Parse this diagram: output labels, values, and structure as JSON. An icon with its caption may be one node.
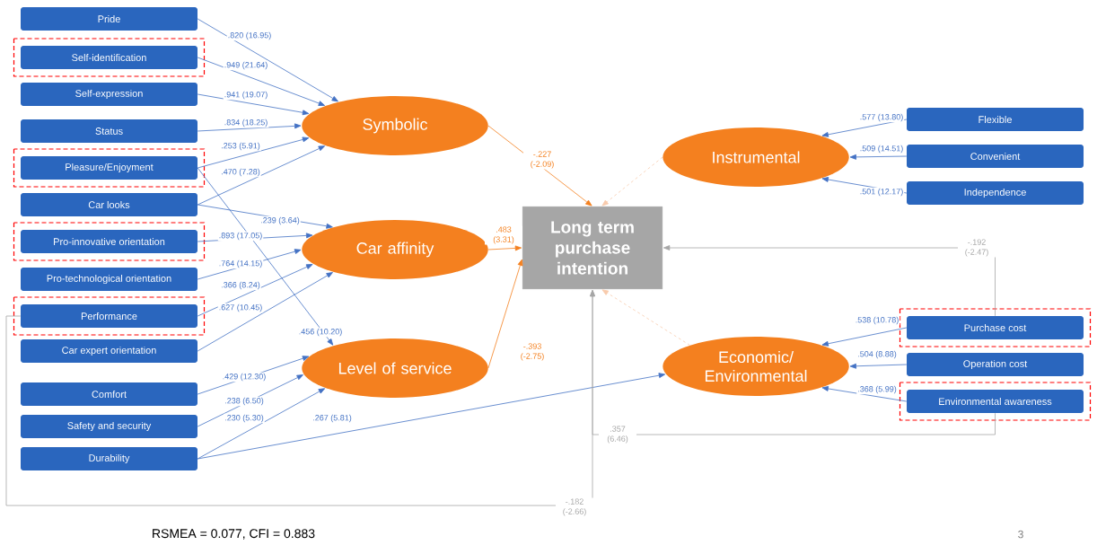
{
  "diagram": {
    "nodes": [
      {
        "text": [
          "Pride"
        ]
      },
      {
        "text": [
          "Self-identification"
        ]
      },
      {
        "text": [
          "Self-expression"
        ]
      },
      {
        "text": [
          "Status"
        ]
      },
      {
        "text": [
          "Pleasure/Enjoyment"
        ]
      },
      {
        "text": [
          "Car looks"
        ]
      },
      {
        "text": [
          "Pro-innovative orientation"
        ]
      },
      {
        "text": [
          "Pro-technological orientation"
        ]
      },
      {
        "text": [
          "Performance"
        ]
      },
      {
        "text": [
          "Car expert orientation"
        ]
      },
      {
        "text": [
          "Comfort"
        ]
      },
      {
        "text": [
          "Safety and security"
        ]
      },
      {
        "text": [
          "Durability"
        ]
      },
      {
        "text": [
          "Symbolic"
        ]
      },
      {
        "text": [
          "Car affinity"
        ]
      },
      {
        "text": [
          "Level of service"
        ]
      },
      {
        "text": [
          "Long term purchase intention"
        ]
      },
      {
        "text": [
          "Instrumental"
        ]
      },
      {
        "text": [
          "Economic/ Environmental"
        ]
      },
      {
        "text": [
          "Flexible"
        ]
      },
      {
        "text": [
          "Convenient"
        ]
      },
      {
        "text": [
          "Independence"
        ]
      },
      {
        "text": [
          "Purchase cost"
        ]
      },
      {
        "text": [
          "Operation cost"
        ]
      },
      {
        "text": [
          "Environmental awareness"
        ]
      }
    ],
    "edges": [
      {
        "from": 0,
        "to": 13,
        "arrow": "to",
        "label": ".820 (16.95)"
      },
      {
        "from": 1,
        "to": 13,
        "arrow": "to",
        "label": ".949 (21.64)"
      },
      {
        "from": 2,
        "to": 13,
        "arrow": "to",
        "label": ".941 (19.07)"
      },
      {
        "from": 3,
        "to": 13,
        "arrow": "to",
        "label": ".834 (18.25)"
      },
      {
        "from": 4,
        "to": 13,
        "arrow": "to",
        "label": ".253 (5.91)"
      },
      {
        "from": 5,
        "to": 13,
        "arrow": "to",
        "label": ".470 (7.28)"
      },
      {
        "from": 5,
        "to": 14,
        "arrow": "to",
        "label": ".239 (3.64)"
      },
      {
        "from": 6,
        "to": 14,
        "arrow": "to",
        "label": ".893 (17.05)"
      },
      {
        "from": 4,
        "to": 15,
        "arrow": "to",
        "label": ".456 (10.20)"
      },
      {
        "from": 7,
        "to": 14,
        "arrow": "to",
        "label": ".764 (14.15)"
      },
      {
        "from": 8,
        "to": 14,
        "arrow": "to",
        "label": ".366 (8.24)"
      },
      {
        "from": 9,
        "to": 14,
        "arrow": "to",
        "label": ".627 (10.45)"
      },
      {
        "from": 10,
        "to": 15,
        "arrow": "to",
        "label": ".429 (12.30)"
      },
      {
        "from": 11,
        "to": 15,
        "arrow": "to",
        "label": ".238 (6.50)"
      },
      {
        "from": 12,
        "to": 15,
        "arrow": "to",
        "label": ".230 (5.30)"
      },
      {
        "from": 12,
        "to": 18,
        "arrow": "to",
        "label": ".267 (5.81)"
      },
      {
        "from": 13,
        "to": 16,
        "arrow": "to",
        "label": "-.227 (-2.09)",
        "color": "#f4801f"
      },
      {
        "from": 14,
        "to": 16,
        "arrow": "to",
        "label": ".483 (3.31)",
        "color": "#f4801f"
      },
      {
        "from": 15,
        "to": 16,
        "arrow": "to",
        "label": "-.393 (-2.75)",
        "color": "#f4801f"
      },
      {
        "from": 17,
        "to": 16,
        "arrow": "to",
        "style": "dashed",
        "color": "#f8cbad"
      },
      {
        "from": 18,
        "to": 16,
        "arrow": "to",
        "style": "dashed",
        "color": "#f8cbad"
      },
      {
        "from": 19,
        "to": 17,
        "arrow": "to",
        "label": ".577 (13.80)"
      },
      {
        "from": 20,
        "to": 17,
        "arrow": "to",
        "label": ".509 (14.51)"
      },
      {
        "from": 21,
        "to": 17,
        "arrow": "to",
        "label": ".501 (12.17)"
      },
      {
        "from": 22,
        "to": 18,
        "arrow": "to",
        "label": ".538 (10.78)"
      },
      {
        "from": 23,
        "to": 18,
        "arrow": "to",
        "label": ".504 (8.88)"
      },
      {
        "from": 24,
        "to": 18,
        "arrow": "to",
        "label": ".368 (5.99)"
      },
      {
        "from": 22,
        "to": 16,
        "arrow": "to",
        "label": "-.192 (-2.47)",
        "color": "#a6a6a6"
      },
      {
        "from": 24,
        "to": 16,
        "arrow": "to",
        "label": ".357 (6.46)",
        "color": "#a6a6a6"
      },
      {
        "from": 8,
        "to": 16,
        "arrow": "to",
        "label": "-.182 (-2.66)",
        "color": "#a6a6a6"
      }
    ],
    "labels": [
      "RSMEA = 0.077, CFI = 0.883",
      "3"
    ]
  }
}
